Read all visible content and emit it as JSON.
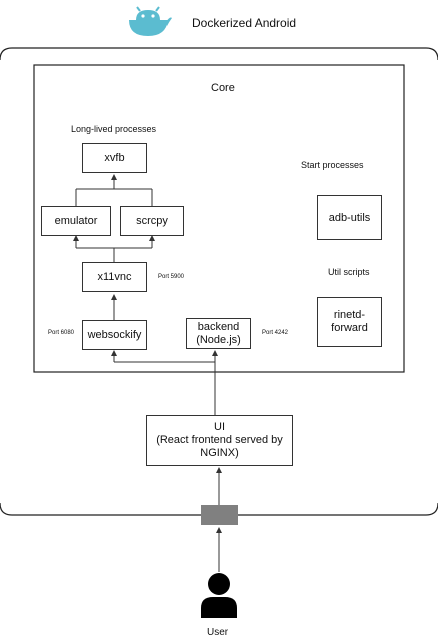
{
  "header": {
    "title": "Dockerized Android",
    "logo_icon": "whale-android-logo-icon",
    "logo_color": "#5bbcd0"
  },
  "core": {
    "title": "Core"
  },
  "long_lived": {
    "label": "Long-lived processes",
    "xvfb": "xvfb",
    "emulator": "emulator",
    "scrcpy": "scrcpy",
    "x11vnc": "x11vnc",
    "x11vnc_port": "Port 5900",
    "websockify": "websockify",
    "websockify_port": "Port 6080",
    "backend_line1": "backend",
    "backend_line2": "(Node.js)",
    "backend_port": "Port 4242"
  },
  "start_processes": {
    "label": "Start processes",
    "adb_utils": "adb-utils"
  },
  "util_scripts": {
    "label": "Util scripts",
    "rinetd_line1": "rinetd-",
    "rinetd_line2": "forward"
  },
  "ui": {
    "line1": "UI",
    "line2": "(React frontend served by",
    "line3": "NGINX)"
  },
  "port_block": {
    "color": "#808080"
  },
  "user": {
    "label": "User",
    "icon": "user-icon"
  }
}
